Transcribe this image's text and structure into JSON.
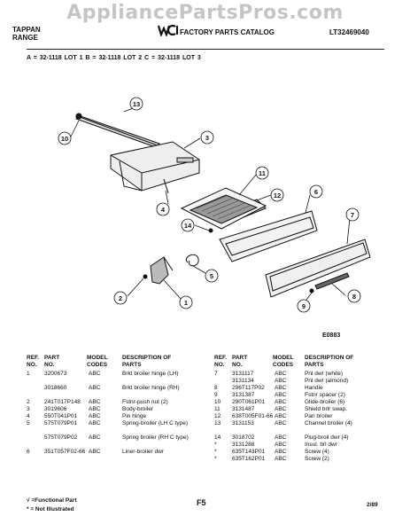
{
  "watermark": "AppliancePartsPros.com",
  "header": {
    "brand_line1": "TAPPAN",
    "brand_line2": "RANGE",
    "catalog_title": "FACTORY PARTS CATALOG",
    "doc_number": "LT32469040"
  },
  "lots": "A = 32-1118 LOT 1     B = 32-1118 LOT 2     C = 32-1118 LOT 3",
  "diagram": {
    "code": "E0883",
    "callouts": [
      "1",
      "2",
      "3",
      "4",
      "5",
      "6",
      "7",
      "8",
      "9",
      "10",
      "11",
      "12",
      "13",
      "14"
    ]
  },
  "parts_table": {
    "headers": {
      "ref_no": "REF. NO.",
      "part_no": "PART NO.",
      "model_codes": "MODEL CODES",
      "description": "DESCRIPTION OF PARTS"
    },
    "left_rows": [
      {
        "ref": "1",
        "part": "3200673",
        "codes": "ABC",
        "desc": "Brkt broiler hinge (LH)"
      },
      {
        "ref": "",
        "part": "3018660",
        "codes": "ABC",
        "desc": "Brkt broiler hinge (RH)"
      },
      {
        "ref": "2",
        "part": "241T017P148",
        "codes": "ABC",
        "desc": "Fstnr-push nut (2)"
      },
      {
        "ref": "3",
        "part": "3019606",
        "codes": "ABC",
        "desc": "Body-broiler"
      },
      {
        "ref": "4",
        "part": "550T041P01",
        "codes": "ABC",
        "desc": "Pin hinge"
      },
      {
        "ref": "5",
        "part": "575T079P01",
        "codes": "ABC",
        "desc": "Spring-broiler (LH C type)"
      },
      {
        "ref": "",
        "part": "575T079P02",
        "codes": "ABC",
        "desc": "Spring broiler (RH C type)"
      },
      {
        "ref": "6",
        "part": "351T057F02-66",
        "codes": "ABC",
        "desc": "Liner-broiler dwr"
      }
    ],
    "right_rows": [
      {
        "ref": "7",
        "part": "3131117",
        "codes": "ABC",
        "desc": "Pnl dwr (white)"
      },
      {
        "ref": "",
        "part": "3131134",
        "codes": "ABC",
        "desc": "Pnl dwr (almond)"
      },
      {
        "ref": "8",
        "part": "296T117P02",
        "codes": "ABC",
        "desc": "Handle"
      },
      {
        "ref": "9",
        "part": "3131387",
        "codes": "ABC",
        "desc": "Fstnr spacer (2)"
      },
      {
        "ref": "10",
        "part": "290T061P01",
        "codes": "ABC",
        "desc": "Glide-broiler (6)"
      },
      {
        "ref": "11",
        "part": "3131487",
        "codes": "ABC",
        "desc": "Shield brlr swap."
      },
      {
        "ref": "12",
        "part": "638T005F01-66",
        "codes": "ABC",
        "desc": "Pan broiler"
      },
      {
        "ref": "13",
        "part": "3131153",
        "codes": "ABC",
        "desc": "Channel broiler (4)"
      },
      {
        "ref": "14",
        "part": "3018702",
        "codes": "ABC",
        "desc": "Plug-broil dwr (4)"
      },
      {
        "ref": "*",
        "part": "3131288",
        "codes": "ABC",
        "desc": "Insul. brl dwr"
      },
      {
        "ref": "*",
        "part": "635T143P01",
        "codes": "ABC",
        "desc": "Screw (4)"
      },
      {
        "ref": "*",
        "part": "635T162P01",
        "codes": "ABC",
        "desc": "Screw (2)"
      }
    ]
  },
  "legend": {
    "functional": "√ =Functional Part",
    "not_illustrated": "* = Not Illustrated"
  },
  "footer": {
    "page": "F5",
    "date": "2/89"
  }
}
